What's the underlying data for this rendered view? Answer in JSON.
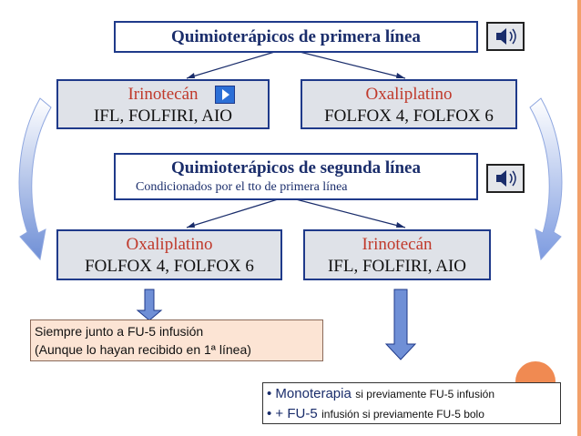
{
  "primera": {
    "title": "Quimioterápicos de primera línea",
    "left_drug": "Irinotecán",
    "left_regimens": "IFL, FOLFIRI, AIO",
    "right_drug": "Oxaliplatino",
    "right_regimens": "FOLFOX 4, FOLFOX 6"
  },
  "segunda": {
    "title": "Quimioterápicos de segunda línea",
    "subtitle": "Condicionados por el tto de primera línea",
    "left_drug": "Oxaliplatino",
    "left_regimens": "FOLFOX 4, FOLFOX 6",
    "right_drug": "Irinotecán",
    "right_regimens": "IFL, FOLFIRI, AIO"
  },
  "note_left": {
    "line1": "Siempre junto a FU-5 infusión",
    "line2": "(Aunque lo hayan recibido en 1ª línea)"
  },
  "note_right": {
    "b1_main": "Monoterapia",
    "b1_rest": "si previamente FU-5 infusión",
    "b2_main": "+ FU-5",
    "b2_rest": "infusión si previamente FU-5 bolo"
  },
  "colors": {
    "border": "#1f3a8a",
    "title_text": "#1a2d6b",
    "drug_text": "#c0392b",
    "box_fill": "#dfe2e8",
    "note_fill": "#fce4d4",
    "arrow_fill": "#6f8fd6"
  },
  "icons": [
    "speaker-icon",
    "play-icon",
    "down-arrow-icon",
    "curved-arrow-icon"
  ]
}
